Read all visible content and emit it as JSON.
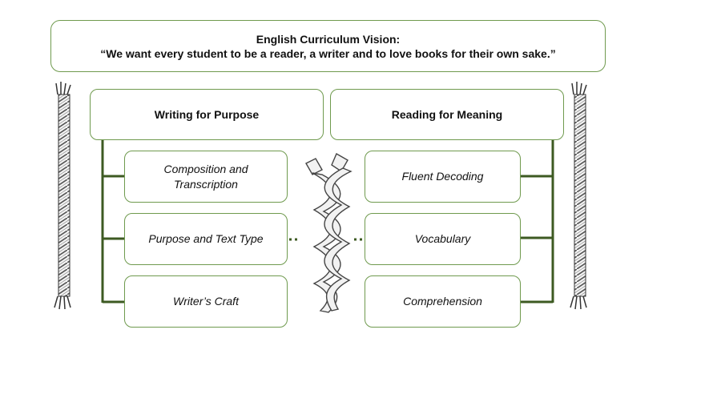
{
  "vision": {
    "title": "English Curriculum Vision:",
    "quote": "“We want every student to be a reader, a writer and to love books for their own sake.”"
  },
  "writing": {
    "heading": "Writing for Purpose",
    "items": [
      "Composition and Transcription",
      "Purpose and Text Type",
      "Writer’s Craft"
    ]
  },
  "reading": {
    "heading": "Reading for Meaning",
    "items": [
      "Fluent Decoding",
      "Vocabulary",
      "Comprehension"
    ]
  },
  "colors": {
    "border": "#6f9a4e",
    "connector": "#3d5a22"
  },
  "icons": [
    "rope-left-icon",
    "rope-right-icon",
    "braided-rope-icon"
  ]
}
